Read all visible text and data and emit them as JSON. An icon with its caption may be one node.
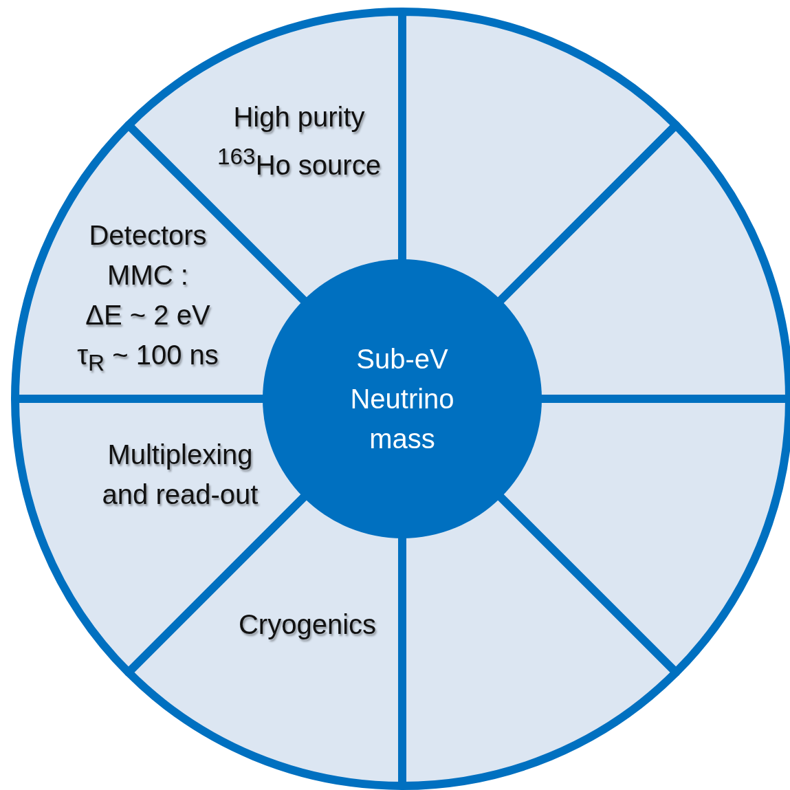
{
  "diagram": {
    "nodes": [
      {
        "text": [
          "High purity $^{163}$Ho source"
        ]
      },
      {
        "text": [],
        "shape": "wedge"
      },
      {
        "text": [],
        "shape": "wedge"
      },
      {
        "text": [
          "Detectors",
          "MMC :",
          "ΔE ~ 2 eV",
          "τ$_{R}$ ~ 100 ns"
        ]
      },
      {
        "text": [
          "Sub-eV Neutrino mass"
        ]
      },
      {
        "text": [
          "Multiplexing and read-out"
        ]
      },
      {
        "text": [],
        "shape": "wedge"
      },
      {
        "text": [
          "Cryogenics"
        ]
      },
      {
        "text": [],
        "shape": "wedge"
      }
    ],
    "edges": []
  }
}
